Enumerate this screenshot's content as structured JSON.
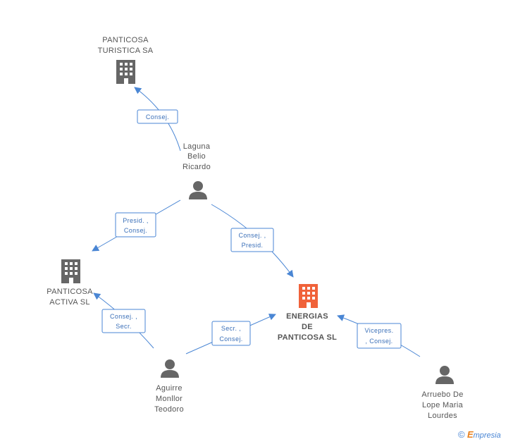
{
  "nodes": {
    "panticosa_turistica": {
      "lines": [
        "PANTICOSA",
        "TURISTICA SA"
      ],
      "type": "company",
      "color": "#666666"
    },
    "laguna": {
      "lines": [
        "Laguna",
        "Belio",
        "Ricardo"
      ],
      "type": "person",
      "color": "#666666"
    },
    "panticosa_activa": {
      "lines": [
        "PANTICOSA",
        "ACTIVA SL"
      ],
      "type": "company",
      "color": "#666666"
    },
    "energias": {
      "lines": [
        "ENERGIAS",
        "DE",
        "PANTICOSA SL"
      ],
      "type": "company",
      "color": "#f0623a"
    },
    "aguirre": {
      "lines": [
        "Aguirre",
        "Monllor",
        "Teodoro"
      ],
      "type": "person",
      "color": "#666666"
    },
    "arruebo": {
      "lines": [
        "Arruebo De",
        "Lope Maria",
        "Lourdes"
      ],
      "type": "person",
      "color": "#666666"
    }
  },
  "edges": [
    {
      "id": "laguna-turistica",
      "lines": [
        "Consej."
      ]
    },
    {
      "id": "laguna-activa",
      "lines": [
        "Presid. ,",
        "Consej."
      ]
    },
    {
      "id": "laguna-energias",
      "lines": [
        "Consej. ,",
        "Presid."
      ]
    },
    {
      "id": "aguirre-activa",
      "lines": [
        "Consej. ,",
        "Secr."
      ]
    },
    {
      "id": "aguirre-energias",
      "lines": [
        "Secr. ,",
        "Consej."
      ]
    },
    {
      "id": "arruebo-energias",
      "lines": [
        "Vicepres.",
        ", Consej."
      ]
    }
  ],
  "footer": {
    "copyright": "©",
    "brand_first": "E",
    "brand_rest": "mpresia"
  },
  "colors": {
    "edge": "#4a86d4",
    "node": "#666666",
    "highlight": "#f0623a",
    "brand_orange": "#e8811e"
  }
}
